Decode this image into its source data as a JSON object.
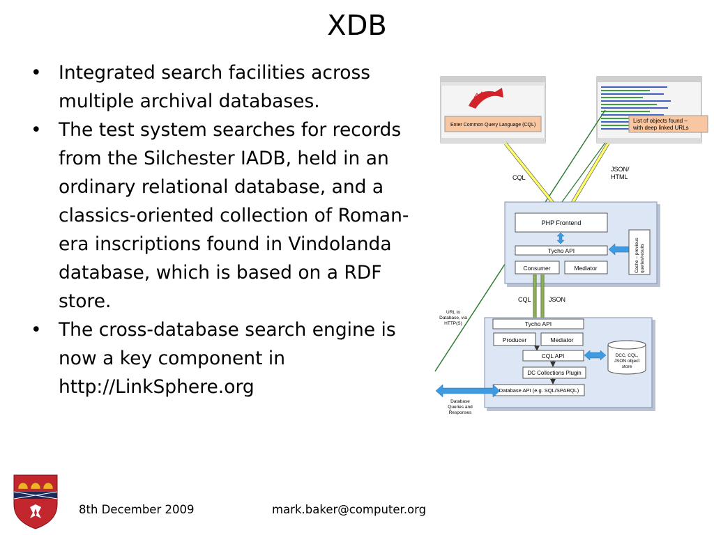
{
  "slide": {
    "title": "XDB",
    "bullets": [
      "Integrated search facilities across multiple archival databases.",
      "The test system searches for records from the Silchester IADB, held in an ordinary relational database, and a classics-oriented collection of Roman-era inscriptions found in Vindolanda database, which is based on a RDF store.",
      "The cross-database search engine is now a key component in http://LinkSphere.org"
    ]
  },
  "diagram": {
    "cql_box": "Enter Common Query Language (CQL)",
    "results_box": [
      "List of objects found –",
      "with deep linked URLs"
    ],
    "cql_label": "CQL",
    "json_html_label": [
      "JSON/",
      "HTML"
    ],
    "php_frontend": "PHP Frontend",
    "tycho_api_top": "Tycho API",
    "consumer": "Consumer",
    "mediator_top": "Mediator",
    "cache": [
      "Cache – previous",
      "queries/results"
    ],
    "cql_label_mid": "CQL",
    "json_label_mid": "JSON",
    "url_label": [
      "URL to",
      "Database, via",
      "HTTP(S)"
    ],
    "tycho_api_bottom": "Tycho API",
    "producer": "Producer",
    "mediator_bottom": "Mediator",
    "cql_api": "CQL API",
    "store": [
      "DCC, CQL,",
      "JSON object",
      "store"
    ],
    "dc_plugin": "DC Collections Plugin",
    "db_api": "Database API (e.g. SQL/SPARQL)",
    "db_queries": [
      "Database",
      "Queries and",
      "Responses"
    ]
  },
  "footer": {
    "date": "8th December 2009",
    "email": "mark.baker@computer.org"
  },
  "colors": {
    "panel_fill": "#dde6f4",
    "arrow_blue": "#3f9ae0",
    "arrow_yellow": "#ffff66",
    "arrow_green": "#8fb05a",
    "salmon": "#f8c6a0",
    "logo_red": "#c1272d",
    "logo_gold": "#f0b323"
  }
}
